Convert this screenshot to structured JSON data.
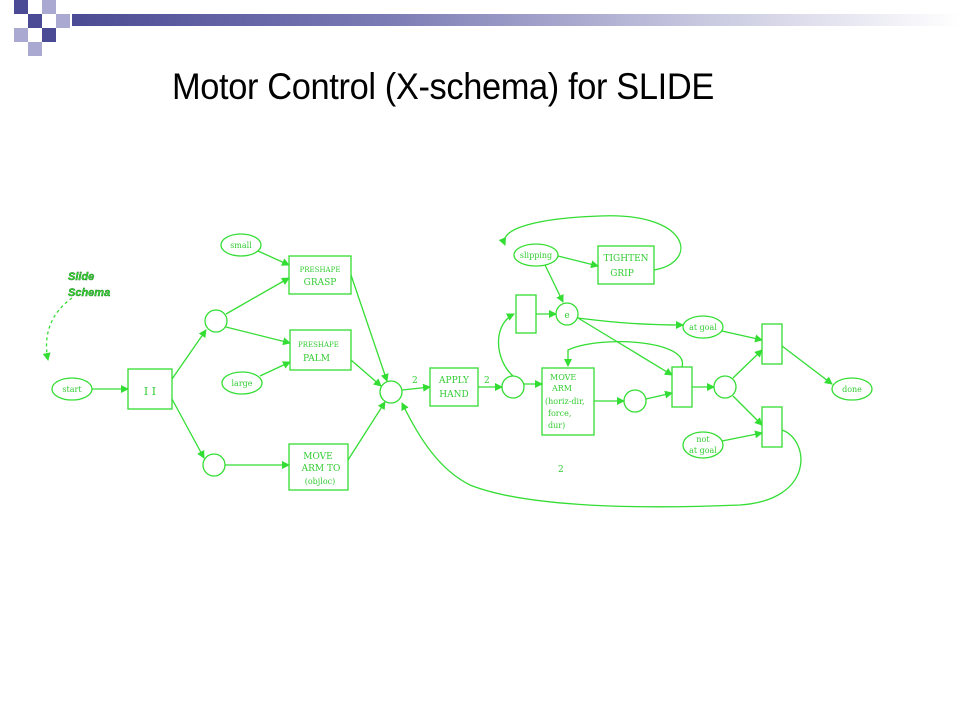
{
  "slide": {
    "title": "Motor Control (X-schema) for SLIDE"
  },
  "colors": {
    "accent_dark": "#4b4b95",
    "accent_light": "#a9a9d1",
    "diagram_green": "#33dd33"
  },
  "diagram": {
    "schema_label_line1": "Slide",
    "schema_label_line2": "Schema",
    "start": "start",
    "fork_symbol": "I I",
    "small": "small",
    "large": "large",
    "preshape_grasp": [
      "PRESHAPE",
      "GRASP"
    ],
    "preshape_palm": [
      "PRESHAPE",
      "PALM"
    ],
    "move_arm_to": [
      "MOVE",
      "ARM TO",
      "(objloc)"
    ],
    "apply_hand": [
      "APPLY",
      "HAND"
    ],
    "mark_2_a": "2",
    "mark_2_b": "2",
    "mark_2_c": "2",
    "slipping": "slipping",
    "tighten_grip": [
      "TIGHTEN",
      "GRIP"
    ],
    "e_place": "e",
    "move_arm": [
      "MOVE",
      "ARM",
      "(horiz-dir,",
      "force,",
      "dur)"
    ],
    "at_goal": "at goal",
    "not_at_goal": [
      "not",
      "at goal"
    ],
    "done": "done"
  }
}
